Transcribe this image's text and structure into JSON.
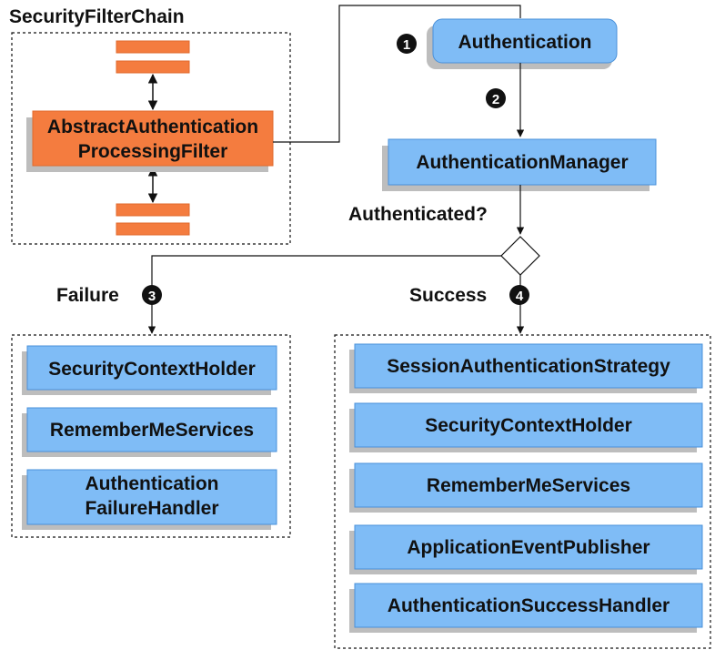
{
  "filter_chain": {
    "title": "SecurityFilterChain",
    "processing_filter_line1": "AbstractAuthentication",
    "processing_filter_line2": "ProcessingFilter"
  },
  "authentication": {
    "label": "Authentication",
    "step": "1"
  },
  "manager": {
    "label": "AuthenticationManager",
    "step": "2"
  },
  "decision": {
    "question": "Authenticated?"
  },
  "failure": {
    "label": "Failure",
    "step": "3",
    "items": [
      "SecurityContextHolder",
      "RememberMeServices"
    ],
    "handler_line1": "Authentication",
    "handler_line2": "FailureHandler"
  },
  "success": {
    "label": "Success",
    "step": "4",
    "items": [
      "SessionAuthenticationStrategy",
      "SecurityContextHolder",
      "RememberMeServices",
      "ApplicationEventPublisher",
      "AuthenticationSuccessHandler"
    ]
  },
  "colors": {
    "blue_box": "#7fbcf6",
    "orange_box": "#f47c3f",
    "shadow": "#bdbdbd",
    "step_badge": "#111111"
  }
}
